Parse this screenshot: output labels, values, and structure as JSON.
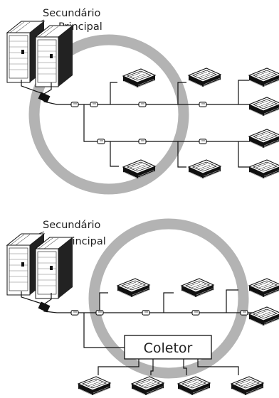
{
  "top": {
    "label_secondary": "Secundário",
    "label_main": "Principal"
  },
  "bottom": {
    "label_secondary": "Secundário",
    "label_main": "Principal",
    "collector_label": "Coletor"
  }
}
